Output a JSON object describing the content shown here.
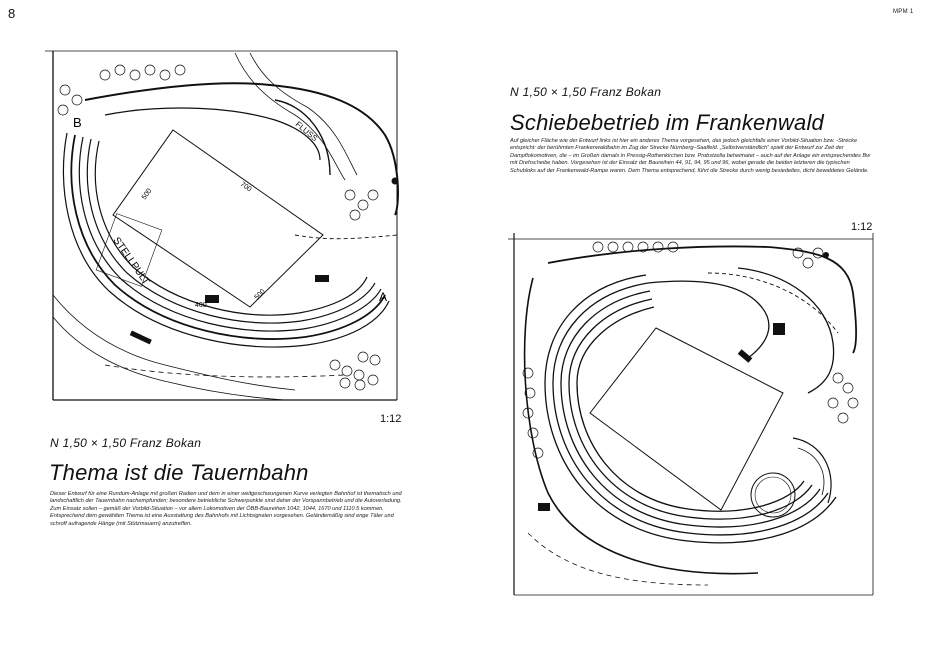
{
  "page": {
    "left_number": "8",
    "right_header": "MPM 1"
  },
  "left": {
    "spec": "N  1,50 × 1,50   Franz Bokan",
    "title": "Thema ist die Tauernbahn",
    "scale": "1:12",
    "text": "Dieser Entwurf für eine Rundum-Anlage mit großen Radien und dem in einer weitgeschwungenen Kurve verlegten Bahnhof ist thematisch und landschaftlich der Tauernbahn nachempfunden; besondere betriebliche Schwerpunkte sind daher der Vorspannbetrieb und die Autoverladung. Zum Einsatz sollen – gemäß der Vorbild-Situation – vor allem Lokomotiven der ÖBB-Baureihen 1042, 1044, 1670 und 1110.5 kommen. Entsprechend dem gewählten Thema ist eine Ausstattung des Bahnhofs mit Lichtsignalen vorgesehen. Geländemäßig sind enge Täler und schroff aufragende Hänge (mit Stützmauern) anzutreffen.",
    "plan_labels": {
      "b": "B",
      "a": "A",
      "fluss": "FLUSS",
      "stellpult": "STELLPULT",
      "dim1": "500",
      "dim2": "700",
      "dim3": "400",
      "dim4": "500"
    }
  },
  "right": {
    "spec": "N  1,50 × 1,50   Franz Bokan",
    "title": "Schiebebetrieb im Frankenwald",
    "scale": "1:12",
    "text": "Auf gleicher Fläche wie der Entwurf links ist hier ein anderes Thema vorgesehen, das jedoch gleichfalls einer Vorbild-Situation bzw. -Strecke entspricht: der berühmten Frankenwaldbahn im Zug der Strecke Nürnberg–Saalfeld. „Selbstverständlich“ spielt der Entwurf zur Zeit der Dampflokomotiven, die – im Großen damals in Pressig-Rothenkirchen bzw. Probstzella beheimatet – auch auf der Anlage ein entsprechendes Bw mit Drehscheibe haben. Vorgesehen ist der Einsatz der Baureihen 44, 91, 94, 95 und 96, wobei gerade die beiden letzteren die typischen Schubloks auf der Frankenwald-Rampe waren. Dem Thema entsprechend, führt die Strecke durch wenig besiedeltes, dicht bewaldetes Gelände."
  }
}
